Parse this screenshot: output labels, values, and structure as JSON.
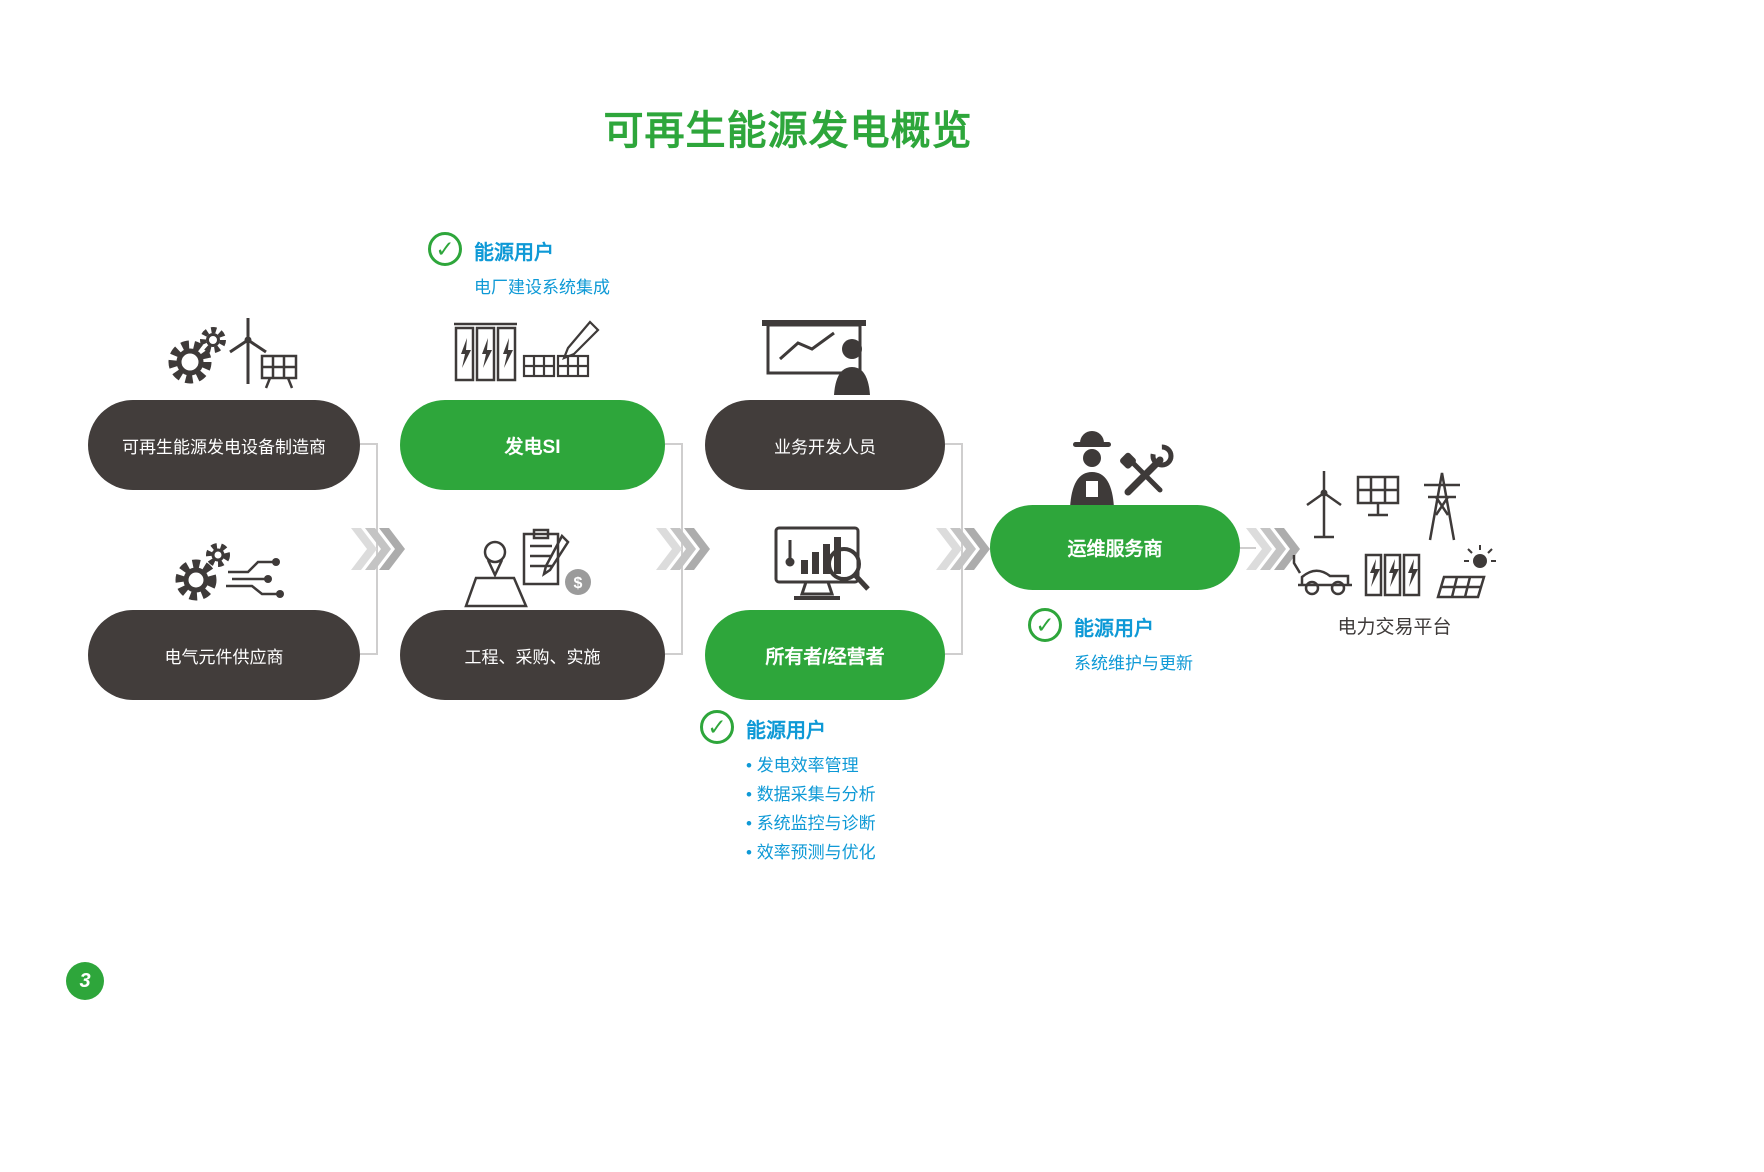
{
  "title": "可再生能源发电概览",
  "page_number": "3",
  "pills": {
    "manufacturer": "可再生能源发电设备制造商",
    "supplier": "电气元件供应商",
    "gen_si": "发电SI",
    "epc": "工程、采购、实施",
    "biz_dev": "业务开发人员",
    "owner": "所有者/经营者",
    "om_provider": "运维服务商"
  },
  "labels": {
    "trading_platform": "电力交易平台"
  },
  "callouts": {
    "gen_si": {
      "title": "能源用户",
      "desc": "电厂建设系统集成"
    },
    "owner": {
      "title": "能源用户",
      "items": [
        "发电效率管理",
        "数据采集与分析",
        "系统监控与诊断",
        "效率预测与优化"
      ]
    },
    "om": {
      "title": "能源用户",
      "desc": "系统维护与更新"
    }
  },
  "colors": {
    "green": "#2EA63B",
    "dark": "#423D3B",
    "blue": "#0E99D6"
  }
}
